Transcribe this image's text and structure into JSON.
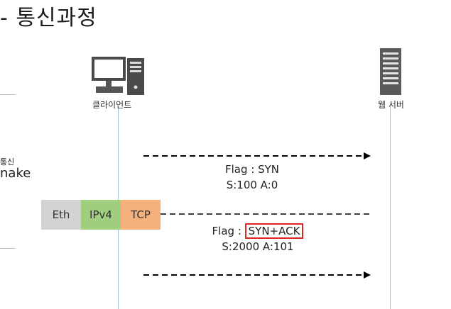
{
  "title": "- 통신과정",
  "side_text": {
    "line1": "통신",
    "line2": "nake"
  },
  "nodes": {
    "client_label": "클라이언트",
    "server_label": "웹 서버"
  },
  "packet": {
    "eth": "Eth",
    "ipv4": "IPv4",
    "tcp": "TCP",
    "colors": {
      "eth": "#d2d2d2",
      "ipv4": "#9fcf7e",
      "tcp": "#f5b07c"
    }
  },
  "messages": [
    {
      "flag_label": "Flag : ",
      "flag": "SYN",
      "seq": "S:100 A:0"
    },
    {
      "flag_label": "Flag : ",
      "flag": "SYN+ACK",
      "seq": "S:2000 A:101"
    }
  ]
}
